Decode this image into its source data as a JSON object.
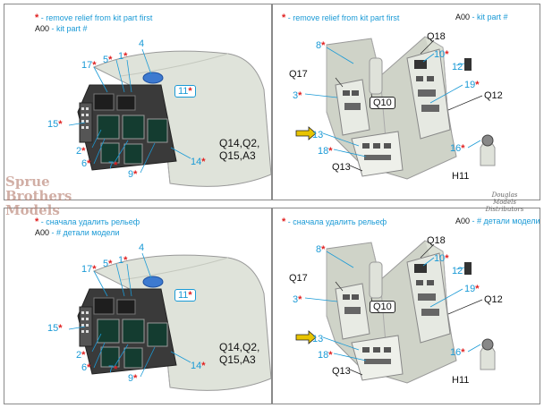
{
  "left_panels": [
    {
      "header_line1": "- remove relief from kit part first",
      "header_code": "A00",
      "header_line2": "- kit part #",
      "callouts": [
        {
          "id": "4",
          "star": false
        },
        {
          "id": "17",
          "star": true
        },
        {
          "id": "5",
          "star": true
        },
        {
          "id": "1",
          "star": true
        },
        {
          "id": "11",
          "star": true
        },
        {
          "id": "15",
          "star": true
        },
        {
          "id": "2",
          "star": true
        },
        {
          "id": "6",
          "star": true
        },
        {
          "id": "7",
          "star": true
        },
        {
          "id": "9",
          "star": true
        },
        {
          "id": "14",
          "star": true
        }
      ],
      "part_ref_1": "Q14,Q2,",
      "part_ref_2": "Q15,A3"
    },
    {
      "header_line1": "- сначала удалить рельеф",
      "header_code": "A00",
      "header_line2": "- # детали модели",
      "callouts": [
        {
          "id": "4",
          "star": false
        },
        {
          "id": "17",
          "star": true
        },
        {
          "id": "5",
          "star": true
        },
        {
          "id": "1",
          "star": true
        },
        {
          "id": "11",
          "star": true
        },
        {
          "id": "15",
          "star": true
        },
        {
          "id": "2",
          "star": true
        },
        {
          "id": "6",
          "star": true
        },
        {
          "id": "7",
          "star": true
        },
        {
          "id": "9",
          "star": true
        },
        {
          "id": "14",
          "star": true
        }
      ],
      "part_ref_1": "Q14,Q2,",
      "part_ref_2": "Q15,A3"
    }
  ],
  "right_panels": [
    {
      "header_line1": "- remove relief from kit part first",
      "header_code": "A00",
      "header_line2": "- kit part #",
      "labels": {
        "n8": "8",
        "q18": "Q18",
        "q17": "Q17",
        "n10": "10",
        "n12": "12",
        "n3": "3",
        "q10": "Q10",
        "n19": "19",
        "q12": "Q12",
        "n13": "13",
        "n18": "18",
        "n16": "16",
        "q13": "Q13",
        "h11": "H11"
      }
    },
    {
      "header_line1": "- сначала удалить рельеф",
      "header_code": "A00",
      "header_line2": "- # детали модели",
      "labels": {
        "n8": "8",
        "q18": "Q18",
        "q17": "Q17",
        "n10": "10",
        "n12": "12",
        "n3": "3",
        "q10": "Q10",
        "n19": "19",
        "q12": "Q12",
        "n13": "13",
        "n18": "18",
        "n16": "16",
        "q13": "Q13",
        "h11": "H11"
      }
    }
  ],
  "star_symbol": "*",
  "watermark_left": [
    "Sprue",
    "Brothers",
    "Models"
  ],
  "watermark_right": [
    "Douglas",
    "Models",
    "Distributors"
  ],
  "colors": {
    "callout": "#1a9ad6",
    "star": "#e02020",
    "shroud": "#dfe3da",
    "panel": "#3a3a3a"
  }
}
